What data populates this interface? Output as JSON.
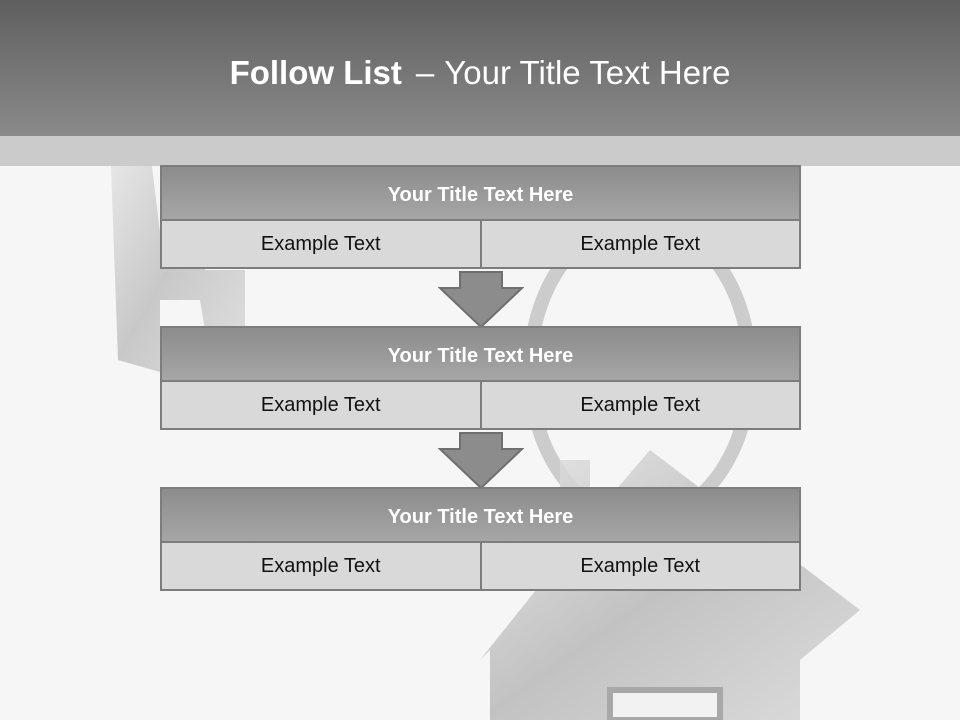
{
  "slide": {
    "title_bold": "Follow List",
    "title_dash": "–",
    "title_rest": "Your Title Text Here"
  },
  "blocks": [
    {
      "title": "Your Title Text Here",
      "cells": [
        "Example Text",
        "Example Text"
      ]
    },
    {
      "title": "Your Title Text Here",
      "cells": [
        "Example Text",
        "Example Text"
      ]
    },
    {
      "title": "Your Title Text Here",
      "cells": [
        "Example Text",
        "Example Text"
      ]
    }
  ],
  "colors": {
    "header": "#7a7a7a",
    "block_title": "#999999",
    "cell": "#d9d9d9",
    "arrow": "#8c8c8c"
  },
  "icons": [
    "key-ring-background-art",
    "down-arrow-icon"
  ]
}
